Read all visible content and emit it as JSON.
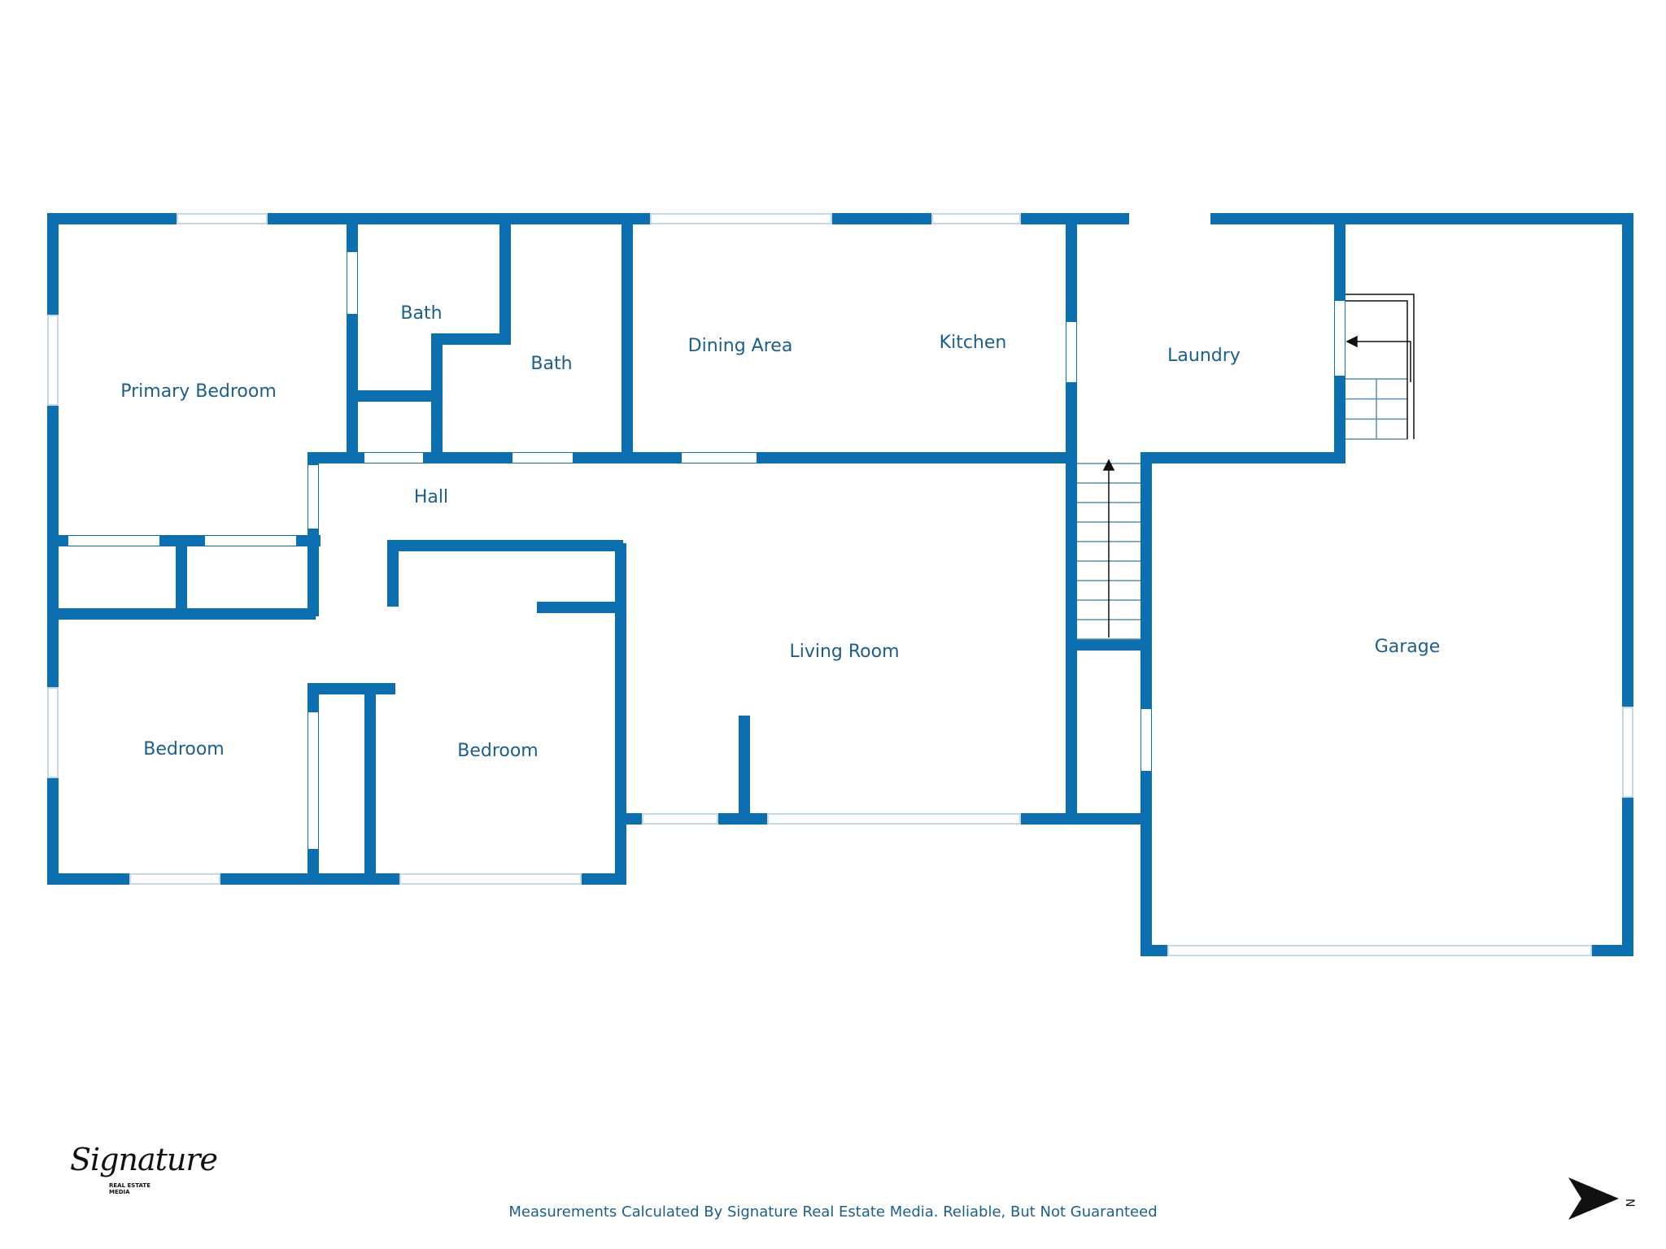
{
  "colors": {
    "wall": "#0b6fb0",
    "window": "#c8d8e4",
    "text": "#1a5f8f",
    "stair": "#5a8fb5",
    "black": "#111111"
  },
  "rooms": {
    "primary_bedroom": "Primary Bedroom",
    "bath_1": "Bath",
    "bath_2": "Bath",
    "dining_area": "Dining Area",
    "kitchen": "Kitchen",
    "laundry": "Laundry",
    "hall": "Hall",
    "living_room": "Living Room",
    "garage": "Garage",
    "bedroom_1": "Bedroom",
    "bedroom_2": "Bedroom"
  },
  "footer": {
    "disclaimer": "Measurements Calculated By Signature Real Estate Media. Reliable, But Not Guaranteed"
  },
  "logo": {
    "brand": "Signature",
    "sub": "REAL ESTATE MEDIA"
  },
  "compass": {
    "label": "N",
    "icon": "north-arrow-icon"
  }
}
